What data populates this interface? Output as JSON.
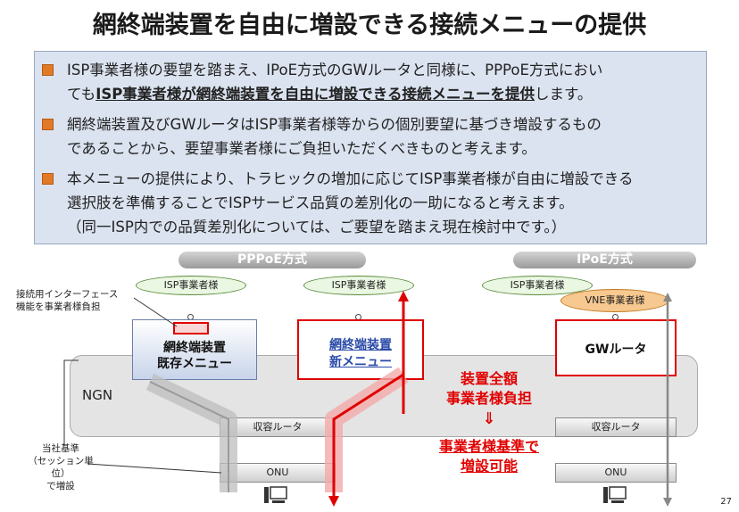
{
  "title": "網終端装置を自由に増設できる接続メニューの提供",
  "bullets": [
    {
      "lines": [
        {
          "parts": [
            {
              "text": "ISP事業者様の要望を踏まえ、IPoE方式のGWルータと同様に、PPPoE方式におい",
              "strong": false
            }
          ]
        },
        {
          "parts": [
            {
              "text": "ても",
              "strong": false
            },
            {
              "text": "ISP事業者様が網終端装置を自由に増設できる接続メニューを提供",
              "strong": true
            },
            {
              "text": "します。",
              "strong": false
            }
          ]
        }
      ]
    },
    {
      "lines": [
        {
          "parts": [
            {
              "text": "網終端装置及びGWルータはISP事業者様等からの個別要望に基づき増設するもの",
              "strong": false
            }
          ]
        },
        {
          "parts": [
            {
              "text": "であることから、要望事業者様にご負担いただくべきものと考えます。",
              "strong": false
            }
          ]
        }
      ]
    },
    {
      "lines": [
        {
          "parts": [
            {
              "text": "本メニューの提供により、トラヒックの増加に応じてISP事業者様が自由に増設できる",
              "strong": false
            }
          ]
        },
        {
          "parts": [
            {
              "text": "選択肢を準備することでISPサービス品質の差別化の一助になると考えます。",
              "strong": false
            }
          ]
        },
        {
          "parts": [
            {
              "text": "（同一ISP内での品質差別化については、ご要望を踏まえ現在検討中です。）",
              "strong": false
            }
          ]
        }
      ]
    }
  ],
  "diagram": {
    "pppoe_header": "PPPoE方式",
    "ipoe_header": "IPoE方式",
    "isp_label": "ISP事業者様",
    "vne_label": "VNE事業者様",
    "existing_nte": {
      "line1": "網終端装置",
      "line2": "既存メニュー"
    },
    "new_nte": {
      "line1": "網終端装置",
      "line2": "新メニュー"
    },
    "gw_router": "GWルータ",
    "ngn": "NGN",
    "aggregation_router": "収容ルータ",
    "onu": "ONU",
    "left_annotation": [
      "接続用インターフェース",
      "機能を事業者様負担"
    ],
    "bottom_annotation": [
      "当社基準",
      "（セッション単位）",
      "で増設"
    ],
    "red_note_1": [
      "装置全額",
      "事業者様負担"
    ],
    "red_arrow": "⇓",
    "red_note_2": [
      "事業者様基準で",
      "増設可能"
    ]
  },
  "page_number": "27",
  "colors": {
    "accent_red": "#e00000",
    "bullet_orange": "#e07a28",
    "box_blue_bg": "#dbe3f0"
  }
}
